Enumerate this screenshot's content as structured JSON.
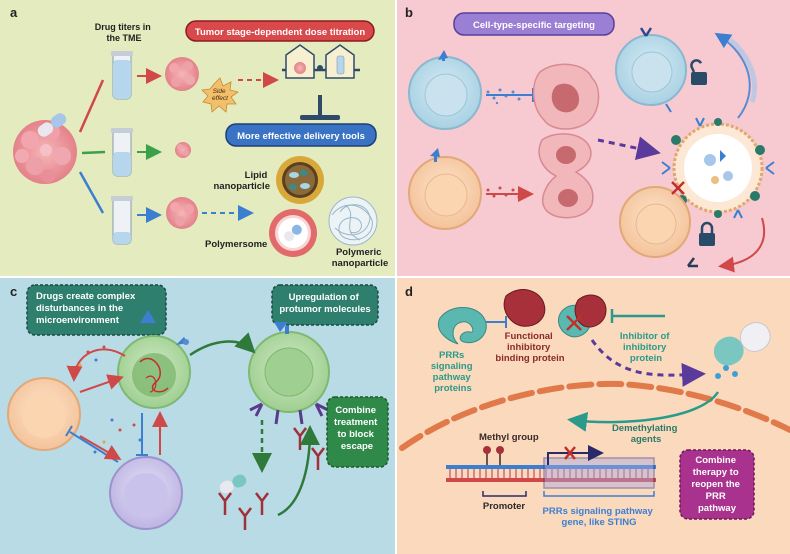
{
  "panels": {
    "a": {
      "label": "a",
      "drug_titers_line1": "Drug titers in",
      "drug_titers_line2": "the TME",
      "banner_red": "Tumor stage-dependent dose titration",
      "banner_blue": "More effective delivery tools",
      "side_effect_line1": "Side",
      "side_effect_line2": "effect",
      "lipid_line1": "Lipid",
      "lipid_line2": "nanoparticle",
      "polymersome": "Polymersome",
      "polymeric_line1": "Polymeric",
      "polymeric_line2": "nanoparticle"
    },
    "b": {
      "label": "b",
      "banner": "Cell-type-specific targeting"
    },
    "c": {
      "label": "c",
      "box1_line1": "Drugs create complex",
      "box1_line2": "disturbances in the",
      "box1_line3": "microenvironment",
      "box2_line1": "Upregulation of",
      "box2_line2": "protumor molecules",
      "box3_line1": "Combine",
      "box3_line2": "treatment",
      "box3_line3": "to block",
      "box3_line4": "escape"
    },
    "d": {
      "label": "d",
      "functional_line1": "Functional",
      "functional_line2": "inhibitory",
      "functional_line3": "binding protein",
      "inhibitor_line1": "Inhibitor of",
      "inhibitor_line2": "inhibitory",
      "inhibitor_line3": "protein",
      "prr_line1": "PRRs",
      "prr_line2": "signaling",
      "prr_line3": "pathway",
      "prr_line4": "proteins",
      "demethylating_line1": "Demethylating",
      "demethylating_line2": "agents",
      "methyl_group": "Methyl group",
      "promoter": "Promoter",
      "gene_line1": "PRRs signaling pathway",
      "gene_line2": "gene, like STING",
      "box_line1": "Combine",
      "box_line2": "therapy to",
      "box_line3": "reopen the",
      "box_line4": "PRR",
      "box_line5": "pathway"
    }
  },
  "colors": {
    "panel_a_bg": "#e4ecbf",
    "panel_b_bg": "#f7c9d1",
    "panel_c_bg": "#b8dbe6",
    "panel_d_bg": "#fad9bd",
    "banner_red": "#d9484a",
    "banner_blue": "#3a73c4",
    "banner_purple": "#9b7fd4",
    "box_teal": "#2f7f6e",
    "box_green": "#2f8a4a",
    "box_magenta": "#a8328e",
    "dark_red": "#8a2a2a",
    "teal_text": "#2a9a8a"
  }
}
